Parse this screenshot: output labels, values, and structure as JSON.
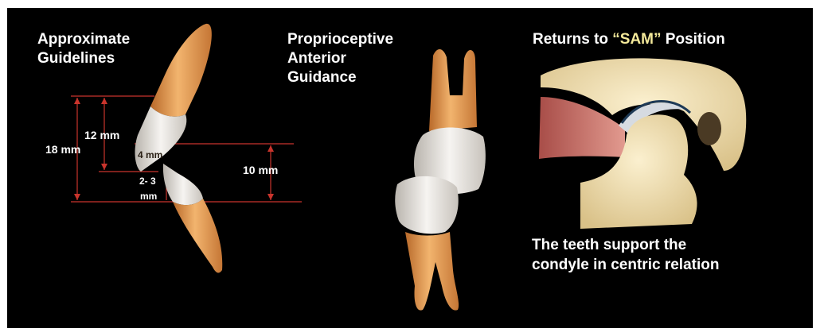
{
  "headings": {
    "left": [
      "Approximate",
      "Guidelines"
    ],
    "middle": [
      "Proprioceptive",
      "Anterior",
      "Guidance"
    ],
    "right_prefix": "Returns to ",
    "right_highlight": "“SAM”",
    "right_suffix": " Position"
  },
  "caption": [
    "The teeth support the",
    "condyle in centric relation"
  ],
  "measurements": {
    "m18": "18 mm",
    "m12": "12 mm",
    "m4": "4 mm",
    "m10": "10 mm",
    "m23a": "2- 3",
    "m23b": "mm"
  },
  "colors": {
    "background": "#000000",
    "highlight": "#f4e99a",
    "dimension_line": "#c9342c",
    "tooth_root": "#e8a45c",
    "enamel": "#ece9e4"
  }
}
